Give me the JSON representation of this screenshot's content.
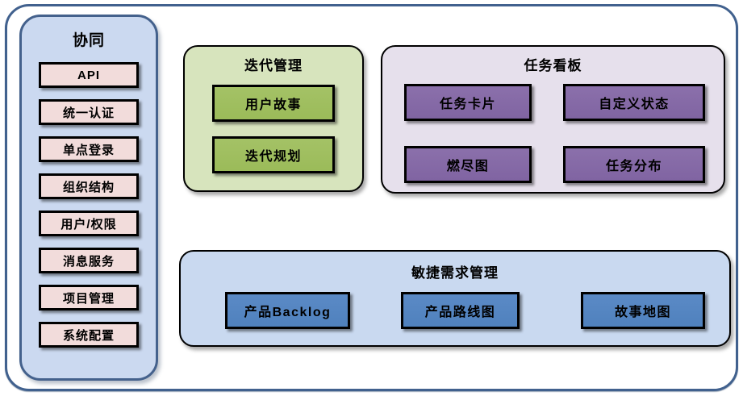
{
  "colors": {
    "frame_border": "#41618E",
    "sidebar_fill": "#CBD9F0",
    "sidebar_border": "#44618C",
    "pink_fill": "#F2DCDB",
    "green_container": "#D7E4BD",
    "green_card": "#9BBB59",
    "purple_container": "#E6E0EC",
    "purple_card": "#8064A2",
    "blue_container": "#C9D9F0",
    "blue_card": "#4F81BD",
    "card_border": "#000000",
    "text_color": "#000000"
  },
  "sidebar": {
    "title": "协同",
    "items": [
      {
        "label": "API"
      },
      {
        "label": "统一认证"
      },
      {
        "label": "单点登录"
      },
      {
        "label": "组织结构"
      },
      {
        "label": "用户/权限"
      },
      {
        "label": "消息服务"
      },
      {
        "label": "项目管理"
      },
      {
        "label": "系统配置"
      }
    ]
  },
  "groups": {
    "iteration": {
      "title": "迭代管理",
      "items": [
        {
          "label": "用户故事"
        },
        {
          "label": "迭代规划"
        }
      ]
    },
    "kanban": {
      "title": "任务看板",
      "items": [
        {
          "label": "任务卡片"
        },
        {
          "label": "自定义状态"
        },
        {
          "label": "燃尽图"
        },
        {
          "label": "任务分布"
        }
      ]
    },
    "agile": {
      "title": "敏捷需求管理",
      "items": [
        {
          "label": "产品Backlog"
        },
        {
          "label": "产品路线图"
        },
        {
          "label": "故事地图"
        }
      ]
    }
  }
}
